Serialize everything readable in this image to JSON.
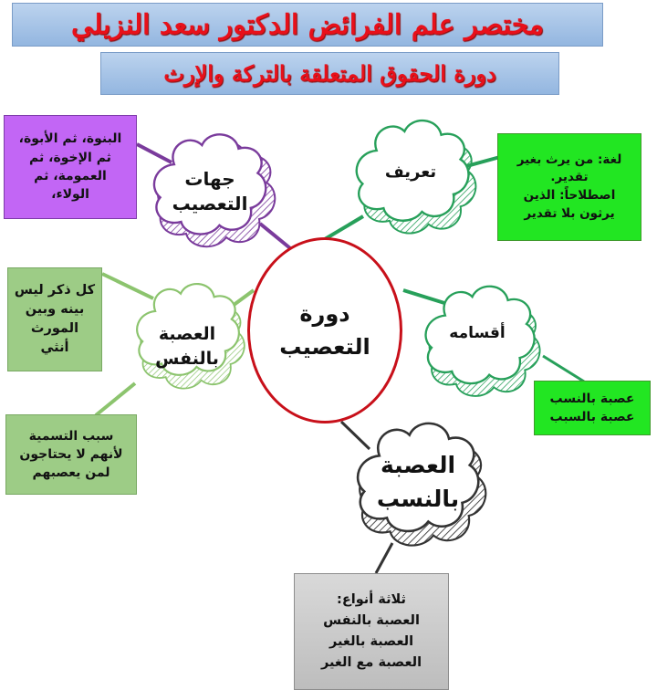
{
  "header": {
    "title": "مختصر علم الفرائض الدكتور سعد النزيلي",
    "subtitle": "دورة الحقوق المتعلقة بالتركة والإرث"
  },
  "center": {
    "lines": [
      "دورة",
      "التعصيب"
    ],
    "border_color": "#c8101a"
  },
  "nodes": {
    "jihat": {
      "lines": [
        "جهات",
        "التعصيب"
      ],
      "color": "#7a3b9c",
      "note": [
        "البنوة، ثم الأبوة،",
        "ثم الإخوة، ثم",
        "العمومة، ثم",
        "الولاء،"
      ],
      "note_color": "#c266f5"
    },
    "tarif": {
      "lines": [
        "تعريف"
      ],
      "color": "#27a05a",
      "note": [
        "لغة: من يرث بغير",
        "تقدير.",
        "اصطلاحاً: الذين",
        "يرثون بلا تقدير"
      ],
      "note_color": "#22e622"
    },
    "aqsam": {
      "lines": [
        "أقسامه"
      ],
      "color": "#27a05a",
      "note": [
        "عصبة بالنسب",
        "عصبة بالسبب"
      ],
      "note_color": "#22e622"
    },
    "binafs": {
      "lines": [
        "العصبة",
        "بالنفس"
      ],
      "color": "#8cc46e",
      "note_top": [
        "كل ذكر ليس",
        "بينه وبين",
        "المورث",
        "أنثي"
      ],
      "note_bottom": [
        "سبب التسمية",
        "لأنهم لا يحتاجون",
        "لمن يعصبهم"
      ],
      "note_color": "#9dcc86"
    },
    "binasab": {
      "lines": [
        "العصبة",
        "بالنسب"
      ],
      "color": "#333333",
      "note": [
        "ثلاثة أنواع:",
        "العصبة بالنفس",
        "العصبة بالغير",
        "العصبة مع الغير"
      ],
      "note_color": "#cccccc"
    }
  }
}
